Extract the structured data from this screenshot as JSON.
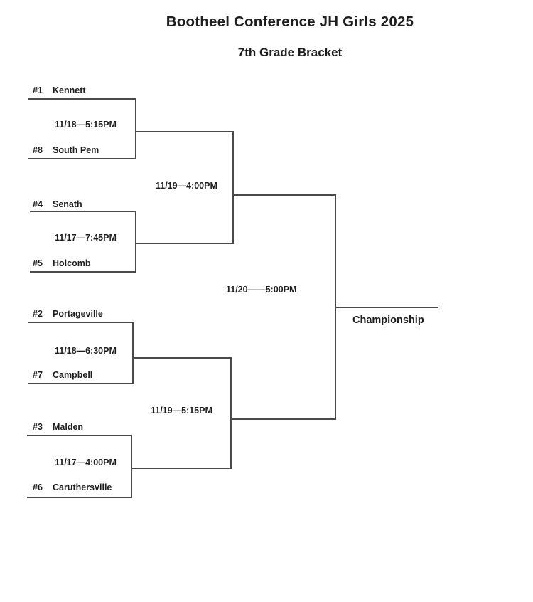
{
  "page": {
    "title": "Bootheel Conference JH Girls 2025",
    "subtitle": "7th Grade Bracket"
  },
  "bracket": {
    "round1": [
      {
        "top_seed": "#1",
        "top_name": "Kennett",
        "time": "11/18—5:15PM",
        "bottom_seed": "#8",
        "bottom_name": "South Pem"
      },
      {
        "top_seed": "#4",
        "top_name": "Senath",
        "time": "11/17—7:45PM",
        "bottom_seed": "#5",
        "bottom_name": "Holcomb"
      },
      {
        "top_seed": "#2",
        "top_name": "Portageville",
        "time": "11/18—6:30PM",
        "bottom_seed": "#7",
        "bottom_name": "Campbell"
      },
      {
        "top_seed": "#3",
        "top_name": "Malden",
        "time": "11/17—4:00PM",
        "bottom_seed": "#6",
        "bottom_name": "Caruthersville"
      }
    ],
    "semifinals": [
      {
        "time": "11/19—4:00PM"
      },
      {
        "time": "11/19—5:15PM"
      }
    ],
    "final": {
      "time": "11/20——5:00PM",
      "label": "Championship"
    }
  },
  "colors": {
    "line": "#4a4a4a",
    "text": "#1e1e1e",
    "background": "#ffffff"
  }
}
